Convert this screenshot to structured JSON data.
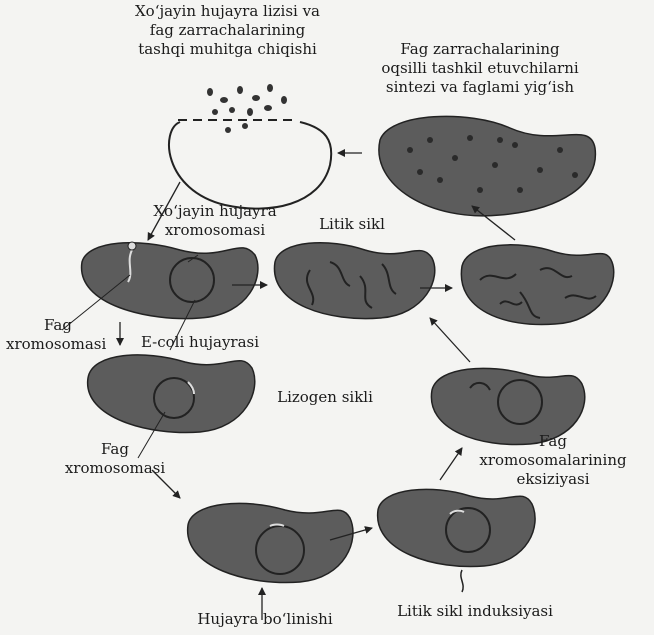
{
  "labels": {
    "lysis": [
      "Xo‘jayin hujayra lizisi va",
      "fag zarrachalarining",
      "tashqi muhitga chiqishi"
    ],
    "synthesis": [
      "Fag zarrachalarining",
      "oqsilli tashkil etuvchilarni",
      "sintezi va faglami yig‘ish"
    ],
    "host_chromosome": [
      "Xo‘jayin hujayra",
      "xromosomasi"
    ],
    "lytic_cycle": "Litik sikl",
    "phage_chromosome_1": [
      "Fag",
      "xromosomasi"
    ],
    "ecoli_cell": "E-coli hujayrasi",
    "lysogenic_cycle": "Lizogen sikli",
    "phage_chromosome_2": [
      "Fag",
      "xromosomasi"
    ],
    "excision": [
      "Fag",
      "xromosomalarining",
      "eksiziyasi"
    ],
    "cell_division": "Hujayra bo‘linishi",
    "lytic_induction": "Litik sikl induksiyasi"
  },
  "colors": {
    "cell_fill": "#5c5c5c",
    "stroke": "#222222",
    "background": "#f4f4f2"
  }
}
